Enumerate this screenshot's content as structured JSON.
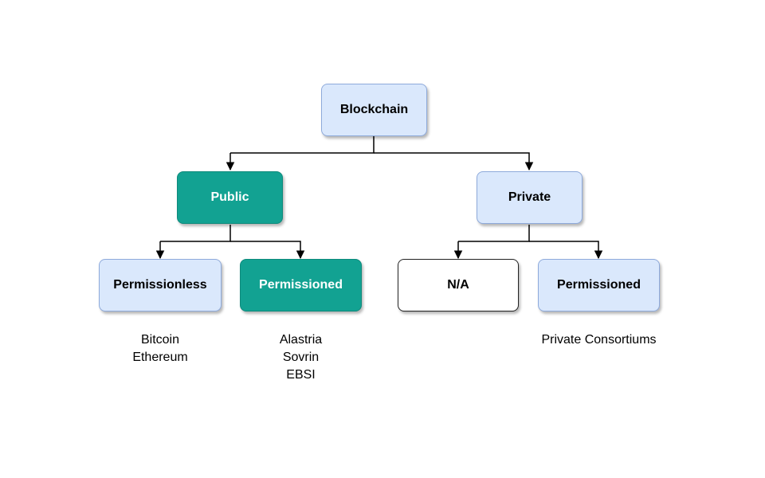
{
  "nodes": {
    "root": "Blockchain",
    "public": "Public",
    "private": "Private",
    "public_permissionless": "Permissionless",
    "public_permissioned": "Permissioned",
    "private_na": "N/A",
    "private_permissioned": "Permissioned"
  },
  "examples": {
    "permissionless": [
      "Bitcoin",
      "Ethereum"
    ],
    "public_permissioned": [
      "Alastria",
      "Sovrin",
      "EBSI"
    ],
    "private_permissioned": [
      "Private Consortiums"
    ]
  },
  "colors": {
    "light_fill": "#dae8fc",
    "light_stroke": "#8eaadb",
    "teal_fill": "#12a292",
    "connector": "#000000"
  }
}
